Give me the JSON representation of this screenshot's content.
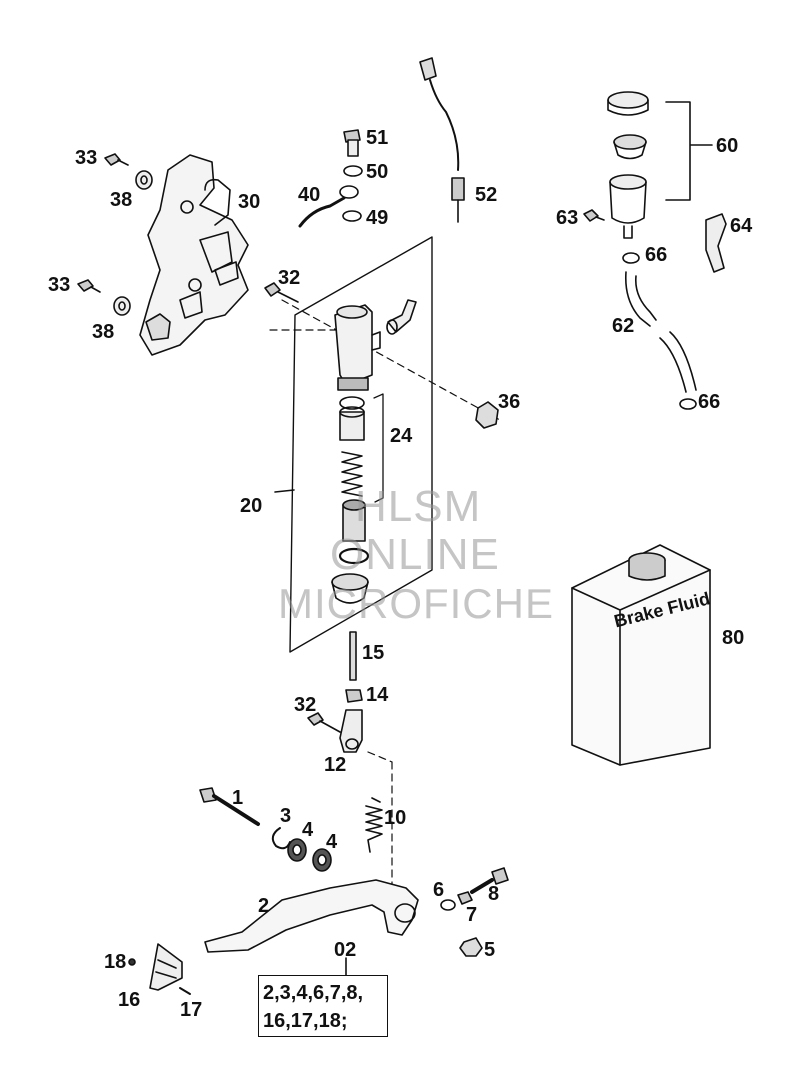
{
  "labels": {
    "p1": "1",
    "p2": "2",
    "p3": "3",
    "p4a": "4",
    "p4b": "4",
    "p5": "5",
    "p6": "6",
    "p7": "7",
    "p8": "8",
    "p10": "10",
    "p12": "12",
    "p14": "14",
    "p15": "15",
    "p16": "16",
    "p17": "17",
    "p18": "18",
    "p20": "20",
    "p24": "24",
    "p30": "30",
    "p32a": "32",
    "p32b": "32",
    "p33a": "33",
    "p33b": "33",
    "p36": "36",
    "p38a": "38",
    "p38b": "38",
    "p40": "40",
    "p49": "49",
    "p50": "50",
    "p51": "51",
    "p52": "52",
    "p60": "60",
    "p62": "62",
    "p63": "63",
    "p64": "64",
    "p66a": "66",
    "p66b": "66",
    "p80": "80",
    "p02": "02"
  },
  "kit": {
    "line1": "2,3,4,6,7,8,",
    "line2": "16,17,18;"
  },
  "container_text": "Brake Fluid",
  "watermark": {
    "line1": "HLSM",
    "line2": "ONLINE",
    "line3": "MICROFICHE"
  }
}
